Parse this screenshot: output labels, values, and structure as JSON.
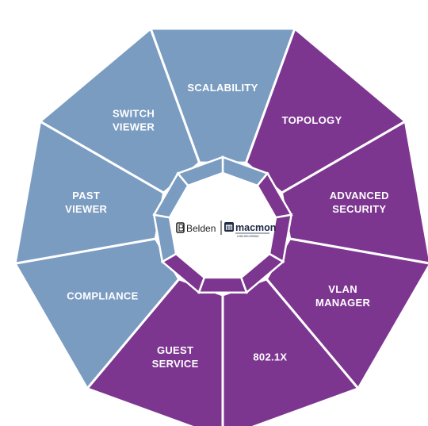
{
  "colors": {
    "blue_segment": "#7b9cc1",
    "purple_segment": "#7d3690",
    "divider": "#ffffff",
    "center_fill": "#ffffff",
    "brand_dark": "#222222",
    "brand_macmon": "#1f2a44"
  },
  "segments": [
    {
      "lines": [
        "SCALABILITY"
      ],
      "group": "blue"
    },
    {
      "lines": [
        "TOPOLOGY"
      ],
      "group": "purple"
    },
    {
      "lines": [
        "ADVANCED",
        "SECURITY"
      ],
      "group": "purple"
    },
    {
      "lines": [
        "VLAN",
        "MANAGER"
      ],
      "group": "purple"
    },
    {
      "lines": [
        "802.1X"
      ],
      "group": "purple"
    },
    {
      "lines": [
        "GUEST",
        "SERVICE"
      ],
      "group": "purple"
    },
    {
      "lines": [
        "COMPLIANCE"
      ],
      "group": "blue"
    },
    {
      "lines": [
        "PAST",
        "VIEWER"
      ],
      "group": "blue"
    },
    {
      "lines": [
        "SWITCH",
        "VIEWER"
      ],
      "group": "blue"
    }
  ],
  "center": {
    "belden_logo_text": "Belden",
    "macmon_logo_text": "macmon",
    "macmon_subtext": "A BELDEN BRAND",
    "logo_icon": "belden-b-icon",
    "macmon_icon": "macmon-m-icon"
  }
}
